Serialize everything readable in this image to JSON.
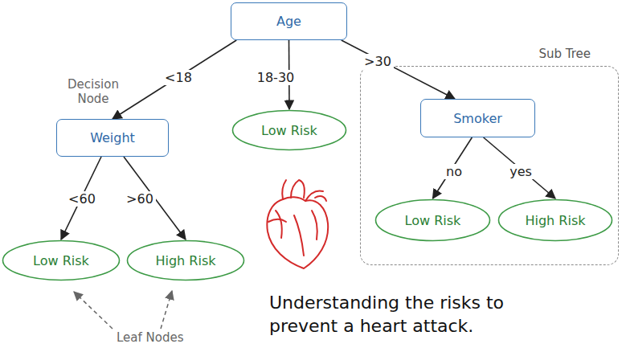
{
  "diagram": {
    "caption": "Understanding the risks to prevent a heart attack.",
    "nodes": [
      {
        "text": [
          "Age"
        ]
      },
      {
        "text": [
          "Weight"
        ]
      },
      {
        "text": [
          "Low Risk"
        ]
      },
      {
        "text": [
          "Sub Tree"
        ]
      },
      {
        "text": [
          "Smoker"
        ],
        "in": 3
      },
      {
        "text": [
          "Low Risk"
        ],
        "in": 3
      },
      {
        "text": [
          "High Risk"
        ],
        "in": 3
      },
      {
        "text": [
          "Low Risk"
        ]
      },
      {
        "text": [
          "High Risk"
        ]
      }
    ],
    "edges": [
      {
        "from": 0,
        "to": 1,
        "label": "<18",
        "arrow": "to"
      },
      {
        "from": 0,
        "to": 2,
        "label": "18-30",
        "arrow": "to"
      },
      {
        "from": 0,
        "to": 4,
        "label": ">30",
        "arrow": "to"
      },
      {
        "from": 1,
        "to": 7,
        "label": "<60",
        "arrow": "to"
      },
      {
        "from": 1,
        "to": 8,
        "label": ">60",
        "arrow": "to"
      },
      {
        "from": 4,
        "to": 5,
        "label": "no",
        "arrow": "to"
      },
      {
        "from": 4,
        "to": 6,
        "label": "yes",
        "arrow": "to"
      }
    ],
    "labels": [
      "Decision Node",
      "Leaf Nodes"
    ]
  }
}
